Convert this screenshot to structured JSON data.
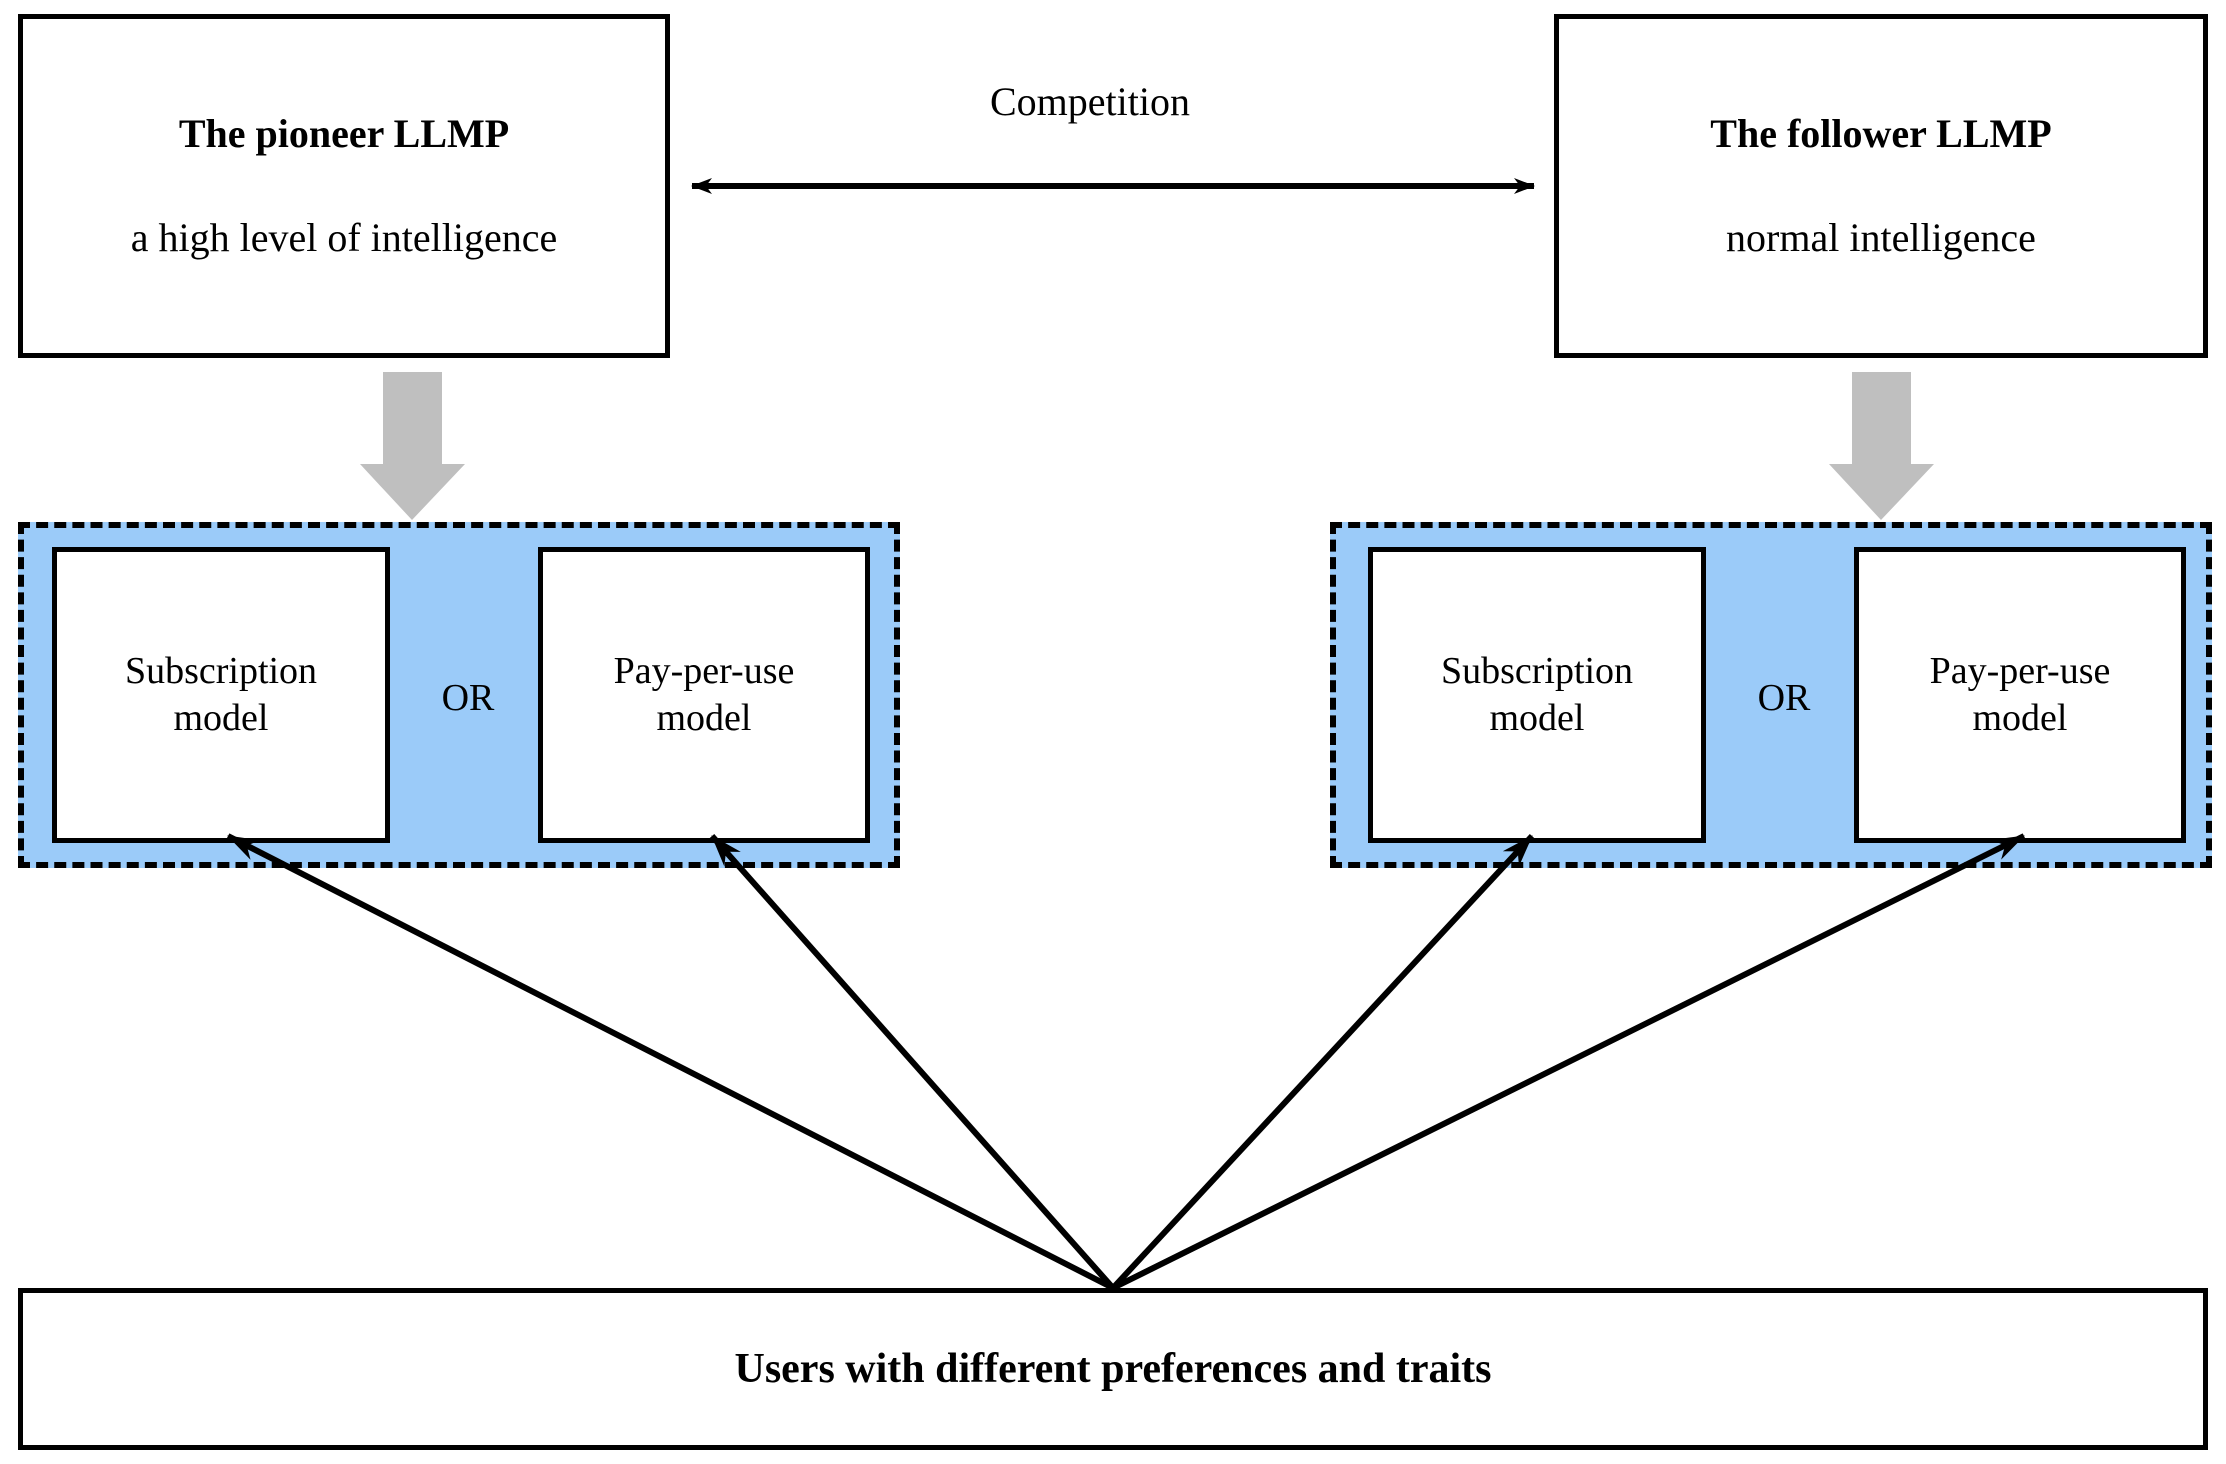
{
  "diagram": {
    "title_present": false,
    "colors": {
      "group_fill": "#9BCBF9",
      "stroke": "#000000",
      "gray_arrow": "#BFBFBF",
      "background": "#FFFFFF"
    },
    "pioneer": {
      "title": "The pioneer LLMP",
      "subtitle": "a high level of intelligence"
    },
    "follower": {
      "title": "The follower LLMP",
      "subtitle": "normal intelligence"
    },
    "competition_label": "Competition",
    "pioneer_group": {
      "subscription_label": "Subscription\nmodel",
      "subscription_line1": "Subscription",
      "subscription_line2": "model",
      "or_label": "OR",
      "payperuse_line1": "Pay-per-use",
      "payperuse_line2": "model"
    },
    "follower_group": {
      "subscription_line1": "Subscription",
      "subscription_line2": "model",
      "or_label": "OR",
      "payperuse_line1": "Pay-per-use",
      "payperuse_line2": "model"
    },
    "users": {
      "label": "Users with different preferences and traits"
    },
    "connectors": {
      "competition": "bidirectional-arrow",
      "pioneer_adoption": "gray-down-arrow",
      "follower_adoption": "gray-down-arrow",
      "user_to_models": "four-diagonal-arrows"
    }
  }
}
